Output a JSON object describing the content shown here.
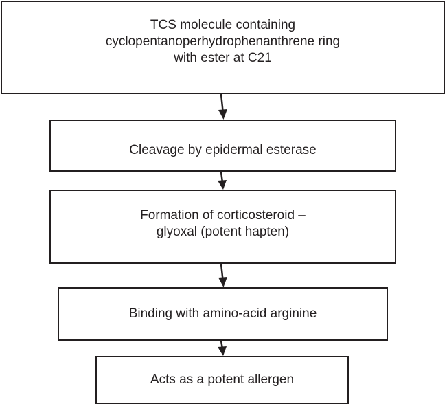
{
  "steps": [
    {
      "lines": [
        "TCS molecule containing",
        "cyclopentanoperhydrophenanthrene ring",
        "with ester at C21"
      ]
    },
    {
      "lines": [
        "Cleavage by epidermal esterase"
      ]
    },
    {
      "lines": [
        "Formation of corticosteroid –",
        "glyoxal (potent hapten)"
      ]
    },
    {
      "lines": [
        "Binding with amino-acid arginine"
      ]
    },
    {
      "lines": [
        "Acts as a potent allergen"
      ]
    }
  ]
}
